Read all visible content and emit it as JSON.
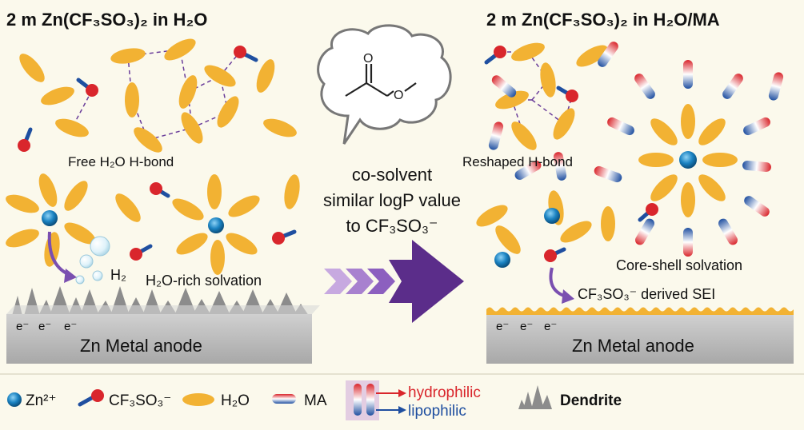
{
  "left_panel": {
    "title": "2 m Zn(CF₃SO₃)₂ in H₂O",
    "hbond_label": "Free H₂O H-bond",
    "h2_label": "H₂",
    "solvation_label": "H₂O-rich solvation",
    "anode_label": "Zn Metal anode",
    "electron_label": "e⁻"
  },
  "center": {
    "line1": "co-solvent",
    "line2": "similar logP value",
    "line3": "to CF₃SO₃⁻",
    "molecule_label_O1": "O",
    "molecule_label_O2": "O"
  },
  "right_panel": {
    "title": "2 m Zn(CF₃SO₃)₂ in H₂O/MA",
    "hbond_label": "Reshaped H-bond",
    "solvation_label": "Core-shell solvation",
    "sei_label": "CF₃SO₃⁻ derived SEI",
    "anode_label": "Zn Metal anode",
    "electron_label": "e⁻"
  },
  "legend": {
    "zn": "Zn²⁺",
    "cf3so3": "CF₃SO₃⁻",
    "h2o": "H₂O",
    "ma": "MA",
    "hydrophilic": "hydrophilic",
    "lipophilic": "lipophilic",
    "dendrite": "Dendrite"
  },
  "colors": {
    "background": "#fbf9ec",
    "water": "#f2b233",
    "zinc": "#1b83c2",
    "anion_red": "#d9262c",
    "anion_blue": "#1f4fa0",
    "anode": "#bdbdbd",
    "arrow": "#6d3d9a",
    "hydrophilic_text": "#d9262c",
    "lipophilic_text": "#1f4fa0"
  }
}
